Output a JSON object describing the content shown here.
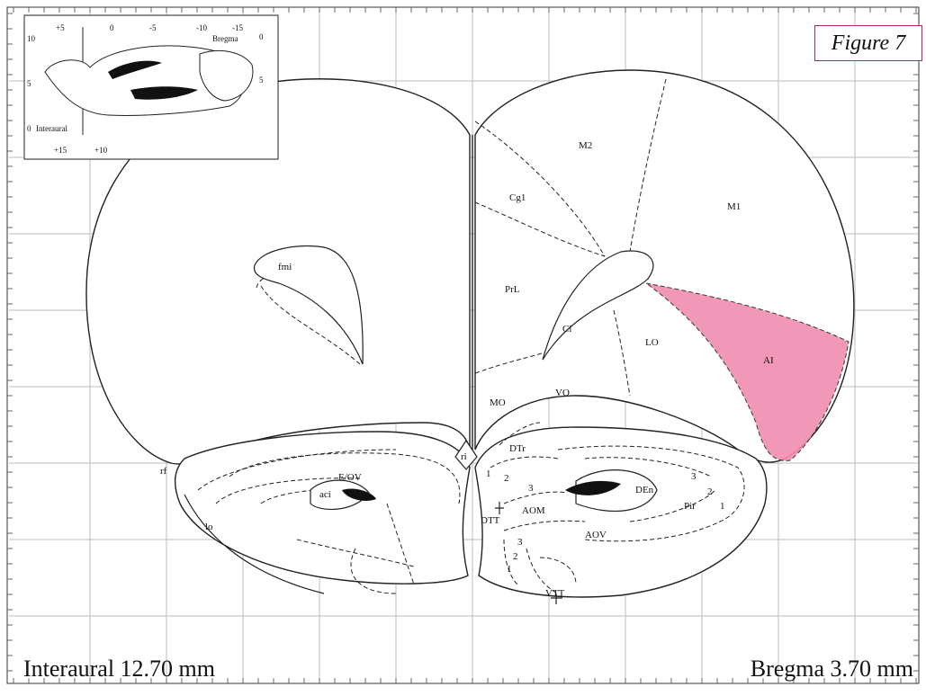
{
  "figure_label": "Figure 7",
  "bottom_left": "Interaural 12.70 mm",
  "bottom_right": "Bregma 3.70 mm",
  "highlight_color": "#f08cb0",
  "inset": {
    "top_ticks": [
      "+5",
      "0",
      "-5",
      "-10",
      "-15"
    ],
    "bottom_ticks": [
      "+15",
      "+10"
    ],
    "left_ticks": [
      "10",
      "5",
      "0"
    ],
    "right_ticks": [
      "0",
      "5"
    ],
    "bregma_label": "Bregma",
    "interaural_label": "Interaural"
  },
  "regions": {
    "fmi": "fmi",
    "M2": "M2",
    "Cg1": "Cg1",
    "M1": "M1",
    "PrL": "PrL",
    "Cl": "Cl",
    "LO": "LO",
    "AI": "AI",
    "MO": "MO",
    "VO": "VO",
    "DTr": "DTr",
    "ri": "ri",
    "rf": "rf",
    "E_OV": "E/OV",
    "aci": "aci",
    "lo": "lo",
    "DEn": "DEn",
    "AOM": "AOM",
    "DTT": "DTT",
    "AOV": "AOV",
    "Pir": "Pir",
    "VTT": "VTT",
    "n1a": "1",
    "n2a": "2",
    "n3a": "3",
    "n3b": "3",
    "n2b": "2",
    "n1b": "1",
    "n3c": "3",
    "n2c": "2",
    "n1c": "1"
  }
}
